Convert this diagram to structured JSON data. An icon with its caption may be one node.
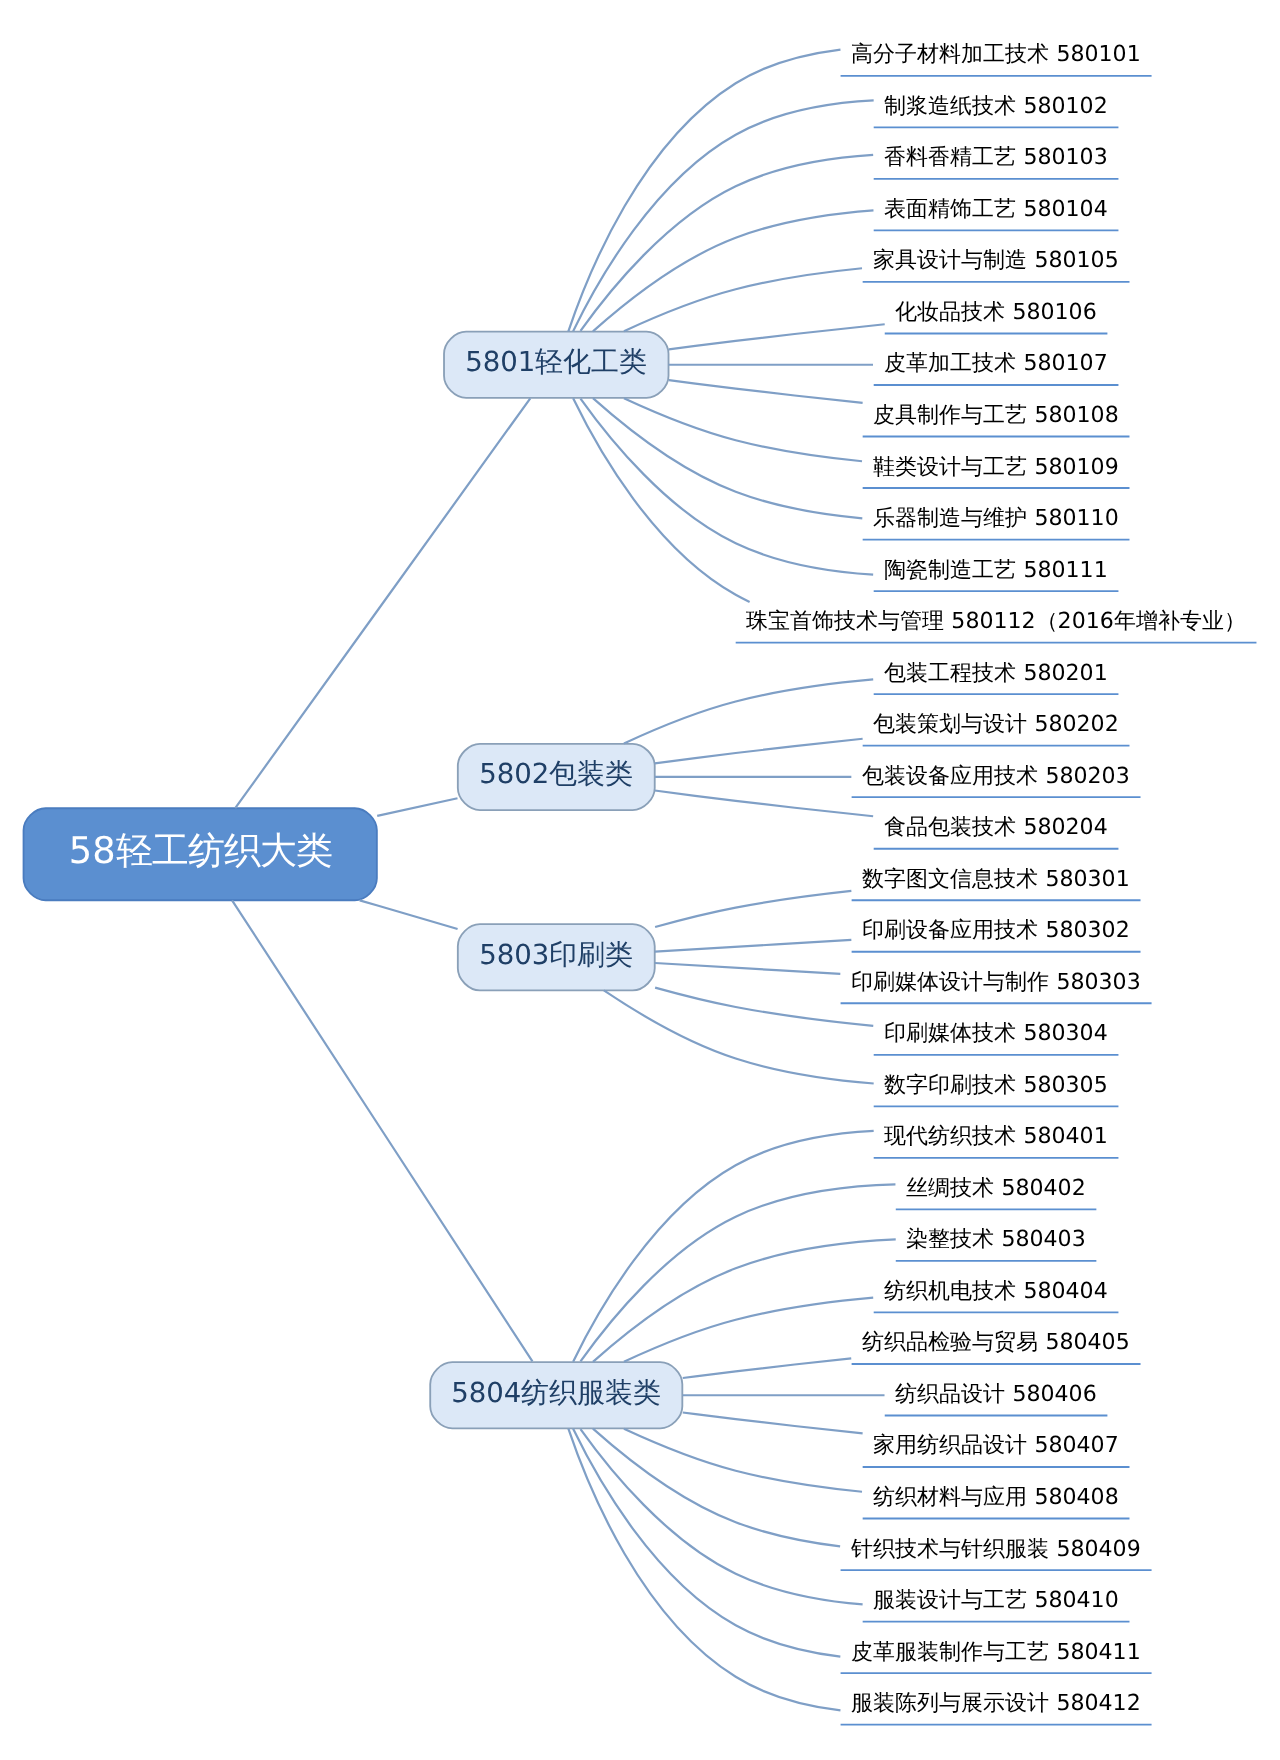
{
  "diagram": {
    "nodes": [
      {
        "text": [
          "58轻工纺织大类"
        ]
      },
      {
        "text": [
          "5801轻化工类"
        ]
      },
      {
        "text": [
          "高分子材料加工技术 580101"
        ]
      },
      {
        "text": [
          "制浆造纸技术 580102"
        ]
      },
      {
        "text": [
          "香料香精工艺 580103"
        ]
      },
      {
        "text": [
          "表面精饰工艺 580104"
        ]
      },
      {
        "text": [
          "家具设计与制造 580105"
        ]
      },
      {
        "text": [
          "化妆品技术 580106"
        ]
      },
      {
        "text": [
          "皮革加工技术 580107"
        ]
      },
      {
        "text": [
          "皮具制作与工艺 580108"
        ]
      },
      {
        "text": [
          "鞋类设计与工艺 580109"
        ]
      },
      {
        "text": [
          "乐器制造与维护 580110"
        ]
      },
      {
        "text": [
          "陶瓷制造工艺 580111"
        ]
      },
      {
        "text": [
          "珠宝首饰技术与管理 580112（2016年增补专业）"
        ]
      },
      {
        "text": [
          "5802包装类"
        ]
      },
      {
        "text": [
          "包装工程技术 580201"
        ]
      },
      {
        "text": [
          "包装策划与设计 580202"
        ]
      },
      {
        "text": [
          "包装设备应用技术 580203"
        ]
      },
      {
        "text": [
          "食品包装技术 580204"
        ]
      },
      {
        "text": [
          "5803印刷类"
        ]
      },
      {
        "text": [
          "数字图文信息技术 580301"
        ]
      },
      {
        "text": [
          "印刷设备应用技术 580302"
        ]
      },
      {
        "text": [
          "印刷媒体设计与制作 580303"
        ]
      },
      {
        "text": [
          "印刷媒体技术 580304"
        ]
      },
      {
        "text": [
          "数字印刷技术 580305"
        ]
      },
      {
        "text": [
          "5804纺织服装类"
        ]
      },
      {
        "text": [
          "现代纺织技术 580401"
        ]
      },
      {
        "text": [
          "丝绸技术 580402"
        ]
      },
      {
        "text": [
          "染整技术 580403"
        ]
      },
      {
        "text": [
          "纺织机电技术 580404"
        ]
      },
      {
        "text": [
          "纺织品检验与贸易 580405"
        ]
      },
      {
        "text": [
          "纺织品设计 580406"
        ]
      },
      {
        "text": [
          "家用纺织品设计 580407"
        ]
      },
      {
        "text": [
          "纺织材料与应用 580408"
        ]
      },
      {
        "text": [
          "针织技术与针织服装 580409"
        ]
      },
      {
        "text": [
          "服装设计与工艺 580410"
        ]
      },
      {
        "text": [
          "皮革服装制作与工艺 580411"
        ]
      },
      {
        "text": [
          "服装陈列与展示设计 580412"
        ]
      }
    ],
    "edges": [
      {
        "from": 0,
        "to": 1,
        "arrow": "none"
      },
      {
        "from": 1,
        "to": 2,
        "arrow": "none"
      },
      {
        "from": 1,
        "to": 3,
        "arrow": "none"
      },
      {
        "from": 1,
        "to": 4,
        "arrow": "none"
      },
      {
        "from": 1,
        "to": 5,
        "arrow": "none"
      },
      {
        "from": 1,
        "to": 6,
        "arrow": "none"
      },
      {
        "from": 1,
        "to": 7,
        "arrow": "none"
      },
      {
        "from": 1,
        "to": 8,
        "arrow": "none"
      },
      {
        "from": 1,
        "to": 9,
        "arrow": "none"
      },
      {
        "from": 1,
        "to": 10,
        "arrow": "none"
      },
      {
        "from": 1,
        "to": 11,
        "arrow": "none"
      },
      {
        "from": 1,
        "to": 12,
        "arrow": "none"
      },
      {
        "from": 1,
        "to": 13,
        "arrow": "none"
      },
      {
        "from": 0,
        "to": 14,
        "arrow": "none"
      },
      {
        "from": 14,
        "to": 15,
        "arrow": "none"
      },
      {
        "from": 14,
        "to": 16,
        "arrow": "none"
      },
      {
        "from": 14,
        "to": 17,
        "arrow": "none"
      },
      {
        "from": 14,
        "to": 18,
        "arrow": "none"
      },
      {
        "from": 0,
        "to": 19,
        "arrow": "none"
      },
      {
        "from": 19,
        "to": 20,
        "arrow": "none"
      },
      {
        "from": 19,
        "to": 21,
        "arrow": "none"
      },
      {
        "from": 19,
        "to": 22,
        "arrow": "none"
      },
      {
        "from": 19,
        "to": 23,
        "arrow": "none"
      },
      {
        "from": 19,
        "to": 24,
        "arrow": "none"
      },
      {
        "from": 0,
        "to": 25,
        "arrow": "none"
      },
      {
        "from": 25,
        "to": 26,
        "arrow": "none"
      },
      {
        "from": 25,
        "to": 27,
        "arrow": "none"
      },
      {
        "from": 25,
        "to": 28,
        "arrow": "none"
      },
      {
        "from": 25,
        "to": 29,
        "arrow": "none"
      },
      {
        "from": 25,
        "to": 30,
        "arrow": "none"
      },
      {
        "from": 25,
        "to": 31,
        "arrow": "none"
      },
      {
        "from": 25,
        "to": 32,
        "arrow": "none"
      },
      {
        "from": 25,
        "to": 33,
        "arrow": "none"
      },
      {
        "from": 25,
        "to": 34,
        "arrow": "none"
      },
      {
        "from": 25,
        "to": 35,
        "arrow": "none"
      },
      {
        "from": 25,
        "to": 36,
        "arrow": "none"
      },
      {
        "from": 25,
        "to": 37,
        "arrow": "none"
      }
    ]
  }
}
